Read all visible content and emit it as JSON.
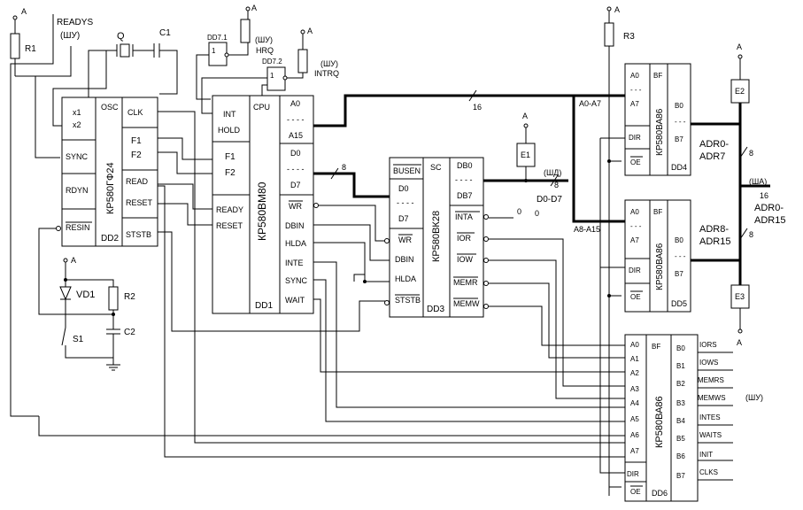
{
  "power": {
    "supply": "A"
  },
  "top": {
    "readys": "READYS",
    "readys_bus": "(ШУ)",
    "q": "Q",
    "c1": "C1",
    "r1": "R1",
    "r3": "R3",
    "dd71": "DD7.1",
    "dd72": "DD7.2",
    "hrq_bus": "(ШУ)",
    "hrq": "HRQ",
    "intrq_bus": "(ШУ)",
    "intrq": "INTRQ"
  },
  "reset_circuit": {
    "vd1": "VD1",
    "r2": "R2",
    "s1": "S1",
    "c2": "C2"
  },
  "dd2": {
    "name": "DD2",
    "type": "КР580ГФ24",
    "left_pins": [
      "x1",
      "x2",
      "SYNC",
      "RDYN",
      "RESIN"
    ],
    "osc": "OSC",
    "right_pins": [
      "CLK",
      "F1",
      "F2",
      "READ",
      "RESET",
      "STSTB"
    ]
  },
  "dd1": {
    "name": "DD1",
    "type": "КР580ВМ80",
    "cpu": "CPU",
    "left_pins": [
      "INT",
      "HOLD",
      "F1",
      "F2",
      "READY",
      "RESET"
    ],
    "right_pins": [
      "A0",
      "- - - -",
      "A15",
      "D0",
      "- - - -",
      "D7",
      "WR",
      "DBIN",
      "HLDA",
      "INTE",
      "SYNC",
      "WAIT"
    ]
  },
  "dd3": {
    "name": "DD3",
    "type": "КР580ВК28",
    "sc": "SC",
    "left_pins": [
      "BUSEN",
      "D0",
      "- - - -",
      "D7",
      "WR",
      "DBIN",
      "HLDA",
      "STSTB"
    ],
    "right_pins": [
      "DB0",
      "- - - -",
      "DB7",
      "INTA",
      "IOR",
      "IOW",
      "MEMR",
      "MEMW"
    ]
  },
  "dd4": {
    "name": "DD4",
    "type": "КР580ВА86",
    "bf": "BF",
    "left_pins": [
      "A0",
      "- - -",
      "A7",
      "DIR",
      "OE"
    ],
    "right_pins": [
      "B0",
      "- - -",
      "B7"
    ]
  },
  "dd5": {
    "name": "DD5",
    "type": "КР580ВА86",
    "bf": "BF",
    "left_pins": [
      "A0",
      "- - -",
      "A7",
      "DIR",
      "OE"
    ],
    "right_pins": [
      "B0",
      "- - -",
      "B7"
    ]
  },
  "dd6": {
    "name": "DD6",
    "type": "КР580ВА86",
    "bf": "BF",
    "left_pins": [
      "A0",
      "A1",
      "A2",
      "A3",
      "A4",
      "A5",
      "A6",
      "A7",
      "DIR",
      "OE"
    ],
    "right_pins": [
      "B0",
      "B1",
      "B2",
      "B3",
      "B4",
      "B5",
      "B6",
      "B7"
    ],
    "outputs": [
      "IORS",
      "IOWS",
      "MEMRS",
      "MEMWS",
      "INTES",
      "WAITS",
      "INIT",
      "CLKS"
    ],
    "outputs_bus": "(ШУ)"
  },
  "labels": {
    "bus16": "16",
    "bus8a": "8",
    "bus8b": "8",
    "a0a7": "A0-A7",
    "a8a15": "A8-A15",
    "e1": "E1",
    "e2": "E2",
    "e3": "E3",
    "shd": "(ШД)",
    "d0d7": "D0-D7",
    "zero1": "0",
    "zero2": "0",
    "adr07_1": "ADR0-",
    "adr07_2": "ADR7",
    "adr815_1": "ADR8-",
    "adr815_2": "ADR15",
    "sha": "(ША)",
    "adr015_1": "ADR0-",
    "adr015_2": "ADR15",
    "w8a": "8",
    "w8b": "8",
    "w16": "16"
  }
}
